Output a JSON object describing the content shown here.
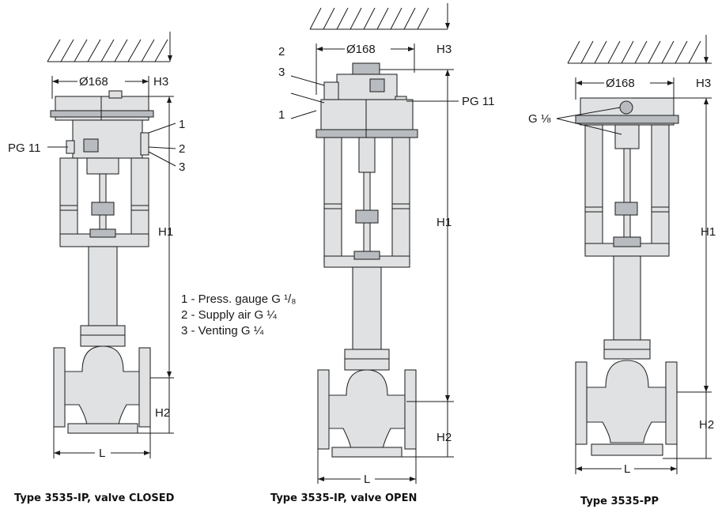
{
  "figures": [
    {
      "caption": "Type 3535-IP, valve CLOSED",
      "dim_diameter": "Ø168",
      "dim_h1": "H1",
      "dim_h2": "H2",
      "dim_h3": "H3",
      "dim_l": "L",
      "connector": "PG 11",
      "callouts": [
        "1",
        "2",
        "3"
      ]
    },
    {
      "caption": "Type 3535-IP, valve OPEN",
      "dim_diameter": "Ø168",
      "dim_h1": "H1",
      "dim_h2": "H2",
      "dim_h3": "H3",
      "dim_l": "L",
      "connector": "PG 11",
      "callouts": [
        "2",
        "3",
        "1"
      ]
    },
    {
      "caption": "Type 3535-PP",
      "dim_diameter": "Ø168",
      "dim_h1": "H1",
      "dim_h2": "H2",
      "dim_h3": "H3",
      "dim_l": "L",
      "connector": "G ⅛"
    }
  ],
  "legend": [
    "1 - Press. gauge  G ¹/₈",
    "2 - Supply air G ¼",
    "3 - Venting G ¼"
  ]
}
